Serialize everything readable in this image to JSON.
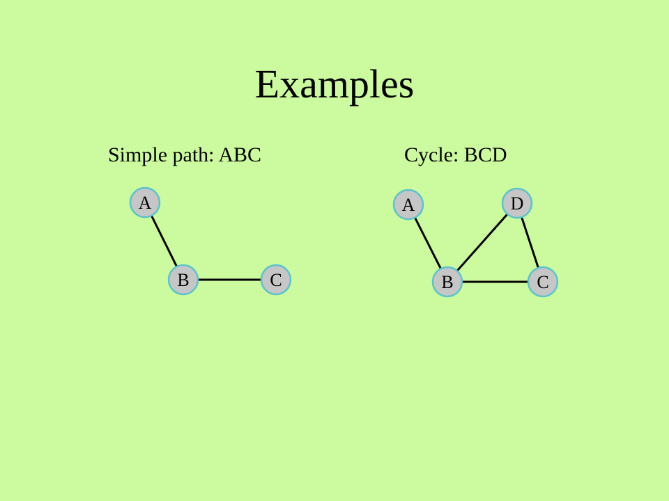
{
  "slide": {
    "title": "Examples",
    "bg_color": "#ccfa9e"
  },
  "graphs": [
    {
      "caption": "Simple path: ABC",
      "nodes": [
        "A",
        "B",
        "C"
      ],
      "edges": [
        [
          "A",
          "B"
        ],
        [
          "B",
          "C"
        ]
      ]
    },
    {
      "caption": "Cycle: BCD",
      "nodes": [
        "A",
        "D",
        "B",
        "C"
      ],
      "edges": [
        [
          "A",
          "B"
        ],
        [
          "B",
          "D"
        ],
        [
          "D",
          "C"
        ],
        [
          "B",
          "C"
        ]
      ]
    }
  ],
  "style": {
    "node_fill": "#c6c6c6",
    "node_stroke": "#5bc3cc",
    "edge_color": "#000000"
  }
}
